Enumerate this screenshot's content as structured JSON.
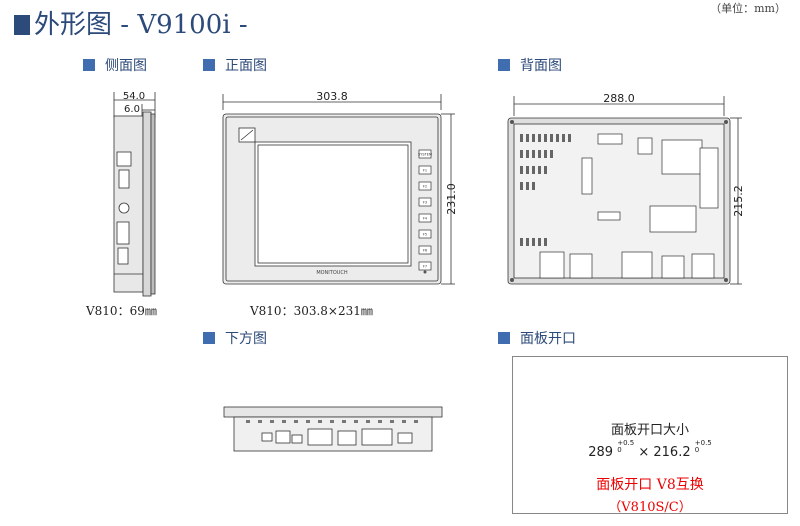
{
  "header": {
    "title": "外形图  - V9100i -",
    "unit": "（单位：mm）"
  },
  "sections": {
    "side": "侧面图",
    "front": "正面图",
    "back": "背面图",
    "bottom": "下方图",
    "panel": "面板开口"
  },
  "dims": {
    "side_depth": "54.0",
    "side_bezel": "6.0",
    "front_width": "303.8",
    "front_height": "231.0",
    "back_width": "288.0",
    "back_height": "215.2"
  },
  "captions": {
    "side": "V810：69㎜",
    "front": "V810：303.8×231㎜"
  },
  "front_labels": {
    "brand": "MONITOUCH",
    "keys": [
      "SYSTEM",
      "F1",
      "F2",
      "F3",
      "F4",
      "F5",
      "F6",
      "F7"
    ]
  },
  "cutout": {
    "label": "面板开口大小",
    "width": "289",
    "height": "216.2",
    "tol_plus": "+0.5",
    "tol_minus": "0",
    "times": "×",
    "note_red": "面板开口 V8互换",
    "model_red": "（V810S/C）"
  },
  "colors": {
    "heading": "#2c4a7a",
    "bullet": "#3f6db0",
    "accent": "#e00000"
  }
}
